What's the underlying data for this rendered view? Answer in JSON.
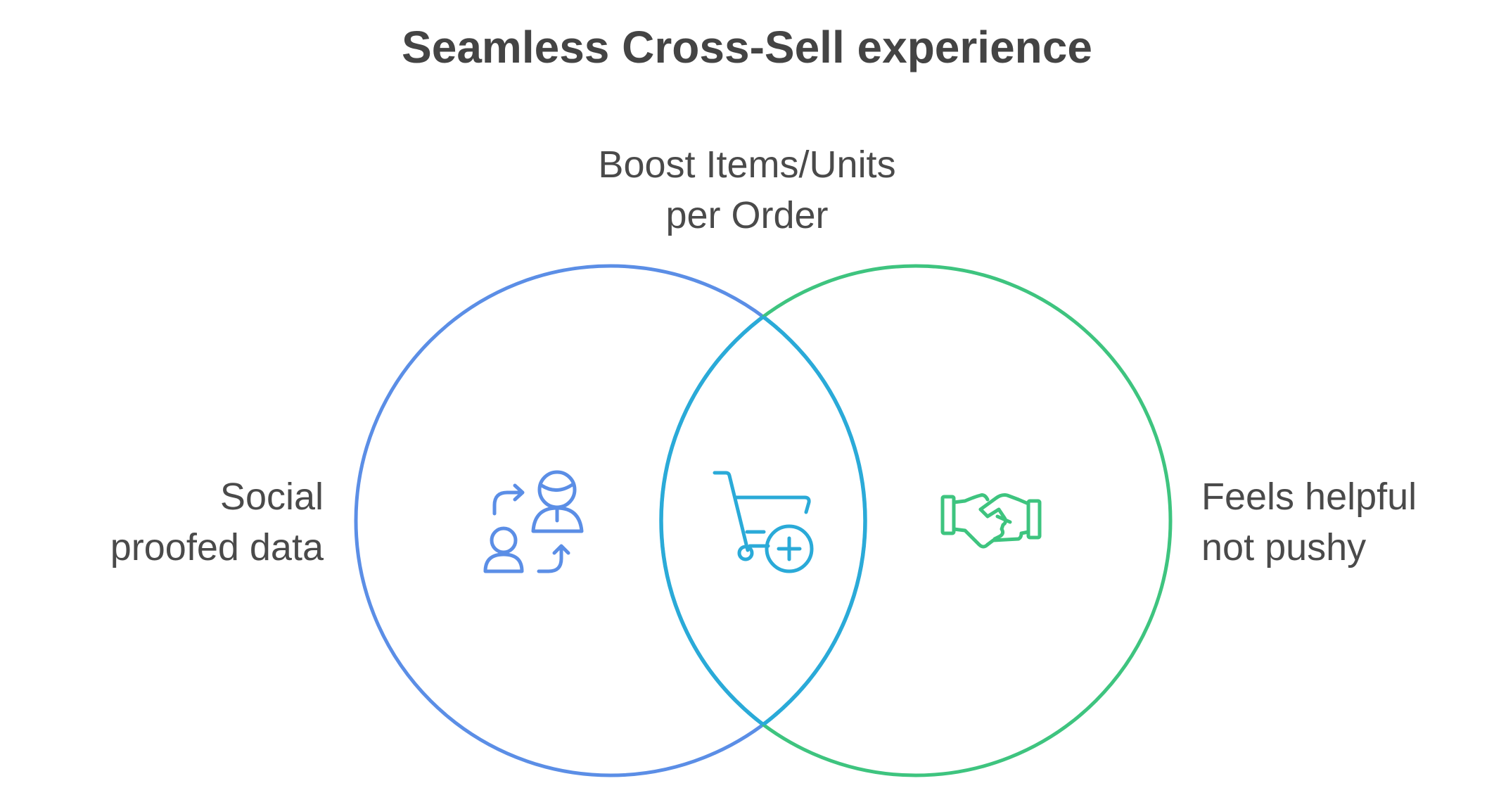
{
  "diagram": {
    "title": "Seamless Cross-Sell experience",
    "labels": {
      "top": [
        "Boost Items/Units",
        "per Order"
      ],
      "left": [
        "Social",
        "proofed data"
      ],
      "right": [
        "Feels helpful",
        "not pushy"
      ]
    },
    "icons": {
      "left": "user-exchange-icon",
      "center": "cart-add-icon",
      "right": "handshake-icon"
    },
    "colors": {
      "left_circle": "#5b8ee6",
      "right_circle": "#3ec47f",
      "overlap": "#2aaad8",
      "text": "#4a4a4a"
    }
  }
}
